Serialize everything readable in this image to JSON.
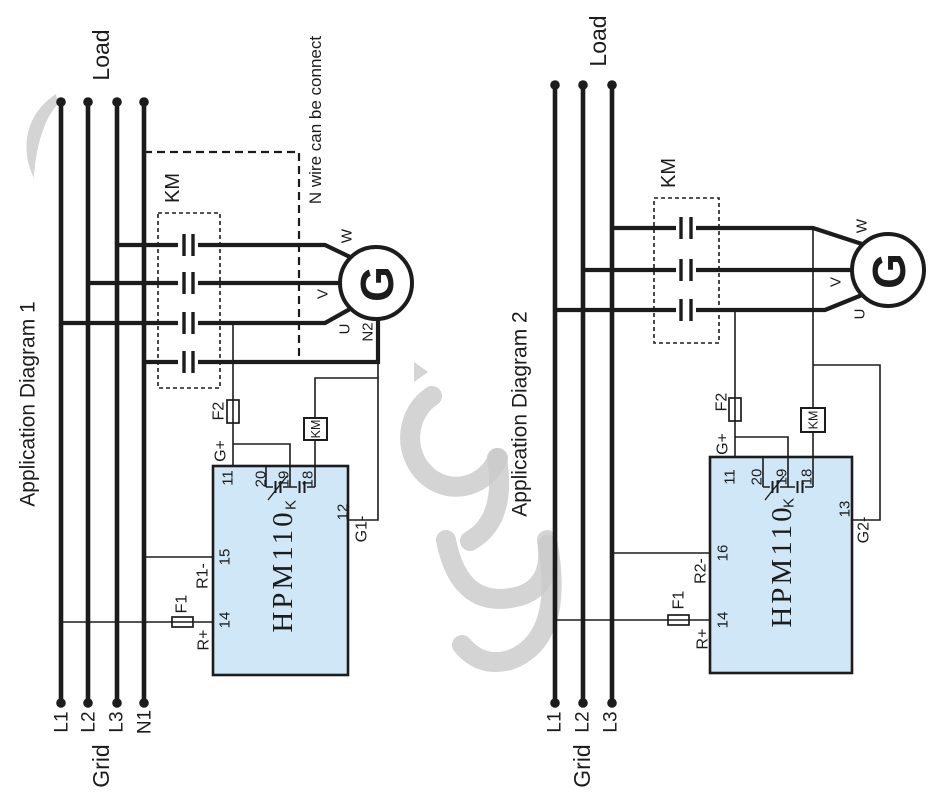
{
  "colors": {
    "module_fill": "#cfe7f6",
    "line": "#1c1c1c",
    "watermark": "#c9c9c9"
  },
  "diagram1": {
    "title": "Application Diagram 1",
    "load_label": "Load",
    "grid_label": "Grid",
    "bus": [
      "L1",
      "L2",
      "L3",
      "N1"
    ],
    "contactor_label": "KM",
    "note": "N wire can be connect",
    "generator_letter": "G",
    "term_w": "W",
    "term_v": "V",
    "term_u": "U",
    "term_n2": "N2",
    "fuse1": "F1",
    "fuse2": "F2",
    "coil_label": "KM",
    "module_name": "HPM110",
    "pins": {
      "p11": "11",
      "p20": "20",
      "p19": "19",
      "p18": "18",
      "p15": "15",
      "p14": "14",
      "p12": "12"
    },
    "pin_labels": {
      "gplus": "G+",
      "r1": "R1-",
      "rplus": "R+",
      "g1": "G1-",
      "k": "K"
    }
  },
  "diagram2": {
    "title": "Application Diagram 2",
    "load_label": "Load",
    "grid_label": "Grid",
    "bus": [
      "L1",
      "L2",
      "L3"
    ],
    "contactor_label": "KM",
    "generator_letter": "G",
    "term_w": "W",
    "term_v": "V",
    "term_u": "U",
    "fuse1": "F1",
    "fuse2": "F2",
    "coil_label": "KM",
    "module_name": "HPM110",
    "pins": {
      "p11": "11",
      "p20": "20",
      "p19": "19",
      "p18": "18",
      "p16": "16",
      "p14": "14",
      "p13": "13"
    },
    "pin_labels": {
      "gplus": "G+",
      "r2": "R2-",
      "rplus": "R+",
      "g2": "G2-",
      "k": "K"
    }
  }
}
